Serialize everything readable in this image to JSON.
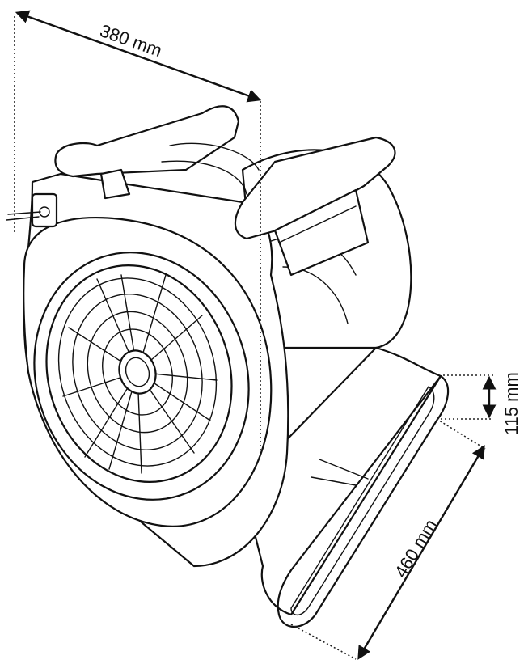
{
  "dimensions": {
    "width_label": "380 mm",
    "depth_label": "460 mm",
    "outlet_height_label": "115 mm"
  },
  "colors": {
    "line": "#111111",
    "background": "#ffffff"
  }
}
